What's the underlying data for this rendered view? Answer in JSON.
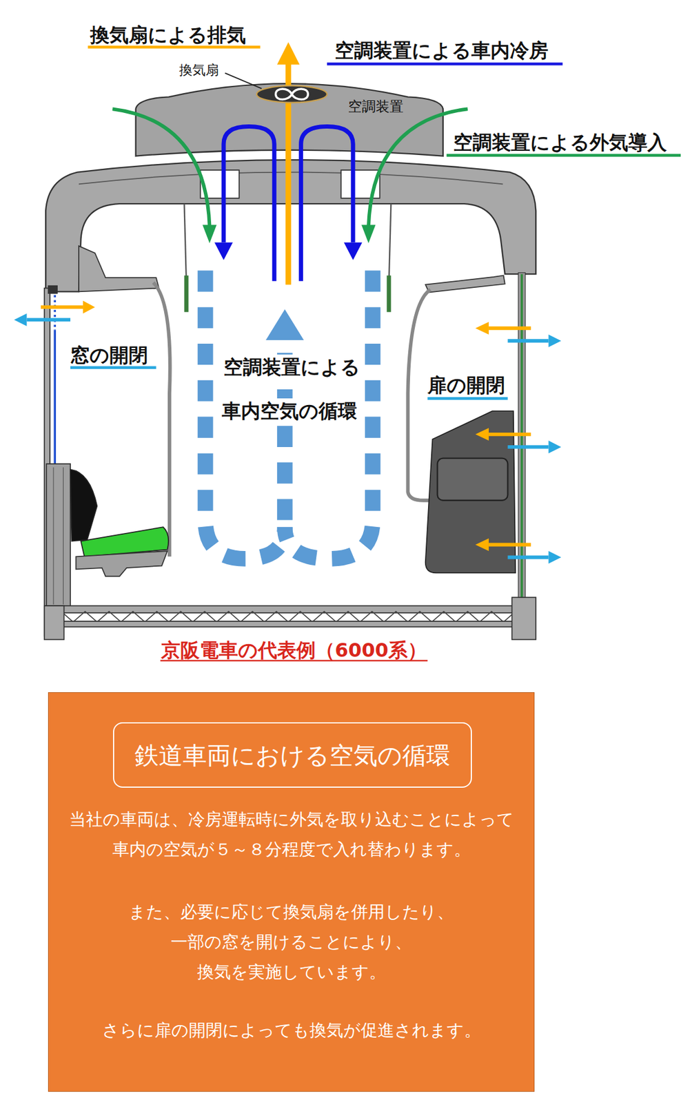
{
  "diagram": {
    "caption": "京阪電車の代表例（6000系）",
    "nodes": [
      {
        "text": [
          "当社の車両は、冷房運転時に外気を取り込むことによって 車内の空気が５～８分程度で入れ替わります。",
          "また、必要に応じて換気扇を併用したり、 一部の窓を開けることにより、 換気を実施しています。",
          "さらに扉の開閉によっても換気が促進されます。"
        ]
      },
      {
        "text": [
          "鉄道車両における空気の循環"
        ],
        "in": 0
      }
    ],
    "labels": [
      "換気扇による排気",
      "換気扇",
      "空調装置による車内冷房",
      "空調装置",
      "空調装置による外気導入",
      "窓の開閉",
      "空調装置による 車内空気の循環",
      "扉の開閉"
    ]
  }
}
